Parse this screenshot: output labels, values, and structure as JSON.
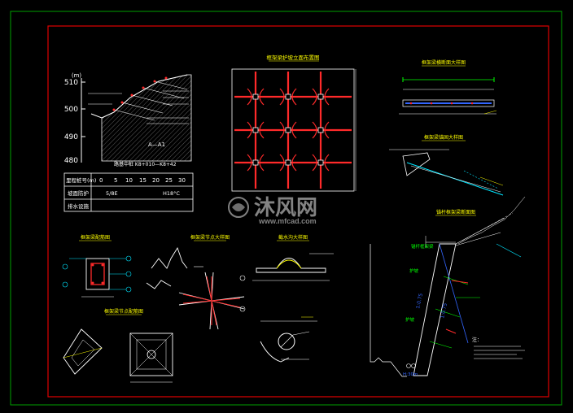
{
  "colors": {
    "background": "#000000",
    "outer_frame": "#00a000",
    "inner_frame": "#e00000",
    "line_white": "#ffffff",
    "accent_yellow": "#ffff00",
    "accent_cyan": "#00e5ff",
    "accent_green": "#00ff00",
    "accent_magenta": "#ff00ff",
    "accent_red": "#ff2a2a",
    "accent_blue": "#3366ff"
  },
  "section": {
    "axis_unit": "(m)",
    "elev_labels": [
      "510",
      "500",
      "490",
      "480"
    ],
    "section_tag": "A—A1",
    "mileage_label": "路基中桩 K8+010—K8+42"
  },
  "table": {
    "row_headers": [
      "里程桩号(m)",
      "坡面防护",
      "排水设施"
    ],
    "scale_values": [
      "0",
      "5",
      "10",
      "15",
      "20",
      "25",
      "30"
    ],
    "cell_left": "5/8E",
    "cell_right": "H18°C"
  },
  "grid_title": "框架梁护坡立面布置图",
  "detail_titles": {
    "top_right_1": "框架梁横断面大样图",
    "top_right_2": "框架梁锚固大样图",
    "right_main": "锚杆框架梁断面图",
    "b1": "框架梁配筋图",
    "b2": "框架梁节点大样图",
    "b3": "截水沟大样图",
    "b4": "框架梁节点配筋图"
  },
  "watermark": {
    "brand": "沐风网",
    "url": "www.mfcad.com"
  },
  "right_labels": {
    "l1": "锚杆框架梁",
    "l2": "护坡",
    "l3": "护坡",
    "slope1": "1:0.75",
    "slope2": "1:0.75",
    "base": "H:30m",
    "note_title": "注："
  }
}
